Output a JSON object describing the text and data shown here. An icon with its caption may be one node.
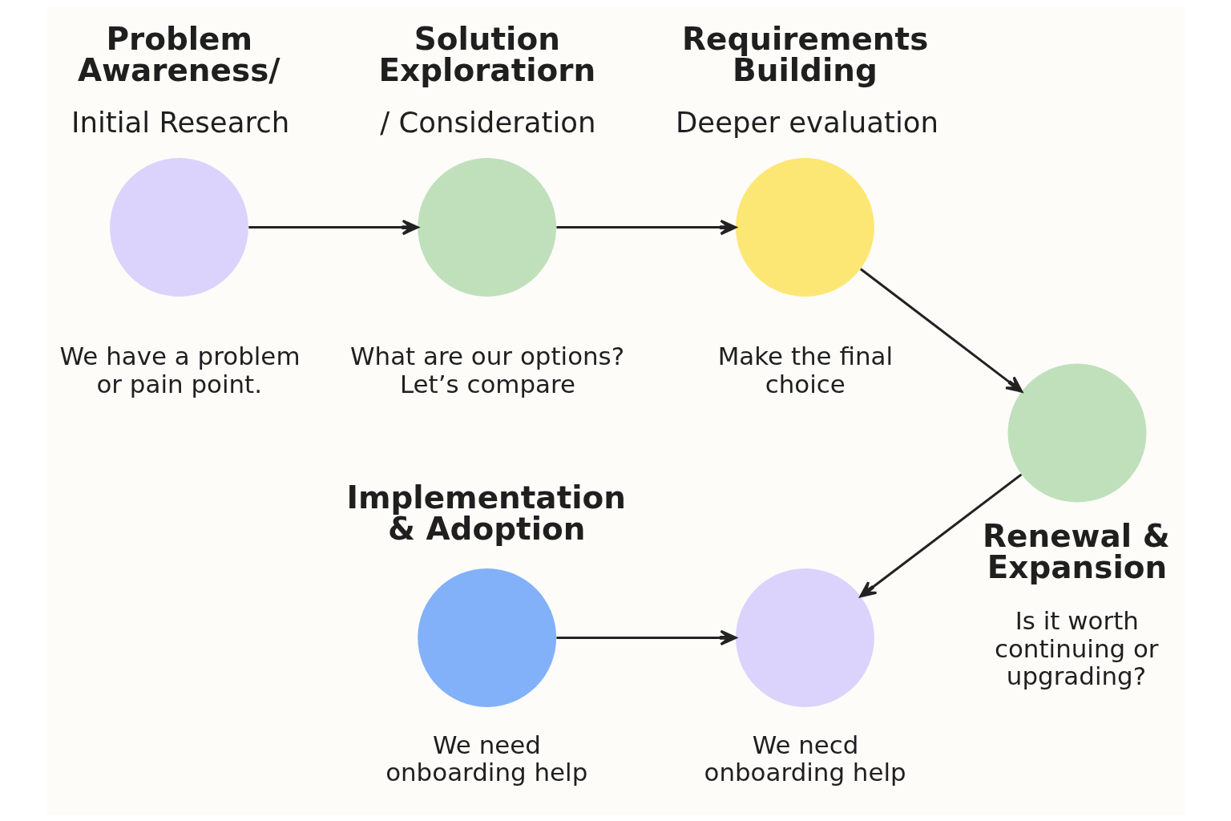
{
  "diagram": {
    "nodes": [
      {
        "text": [
          "Problem Awareness/",
          "Initial Research",
          "We have a problem or pain point."
        ]
      },
      {
        "text": [
          "Solution Exploratiorn",
          "/ Consideration",
          "What are our options? Let’s compare"
        ]
      },
      {
        "text": [
          "Requirements Building",
          "Deeper evaluation",
          "Make the final choice"
        ]
      },
      {
        "text": [
          "Renewal & Expansion",
          "Is it worth continuing or upgrading?"
        ]
      },
      {
        "text": [
          "Implementation & Adoption",
          "We need onboarding help"
        ]
      },
      {
        "text": [
          "We necd onboarding help"
        ]
      }
    ],
    "edges": [
      {
        "from": 0,
        "to": 1,
        "arrow": "to"
      },
      {
        "from": 1,
        "to": 2,
        "arrow": "to"
      },
      {
        "from": 2,
        "to": 3,
        "arrow": "to"
      },
      {
        "from": 3,
        "to": 5,
        "arrow": "to"
      },
      {
        "from": 4,
        "to": 5,
        "arrow": "to"
      }
    ]
  }
}
